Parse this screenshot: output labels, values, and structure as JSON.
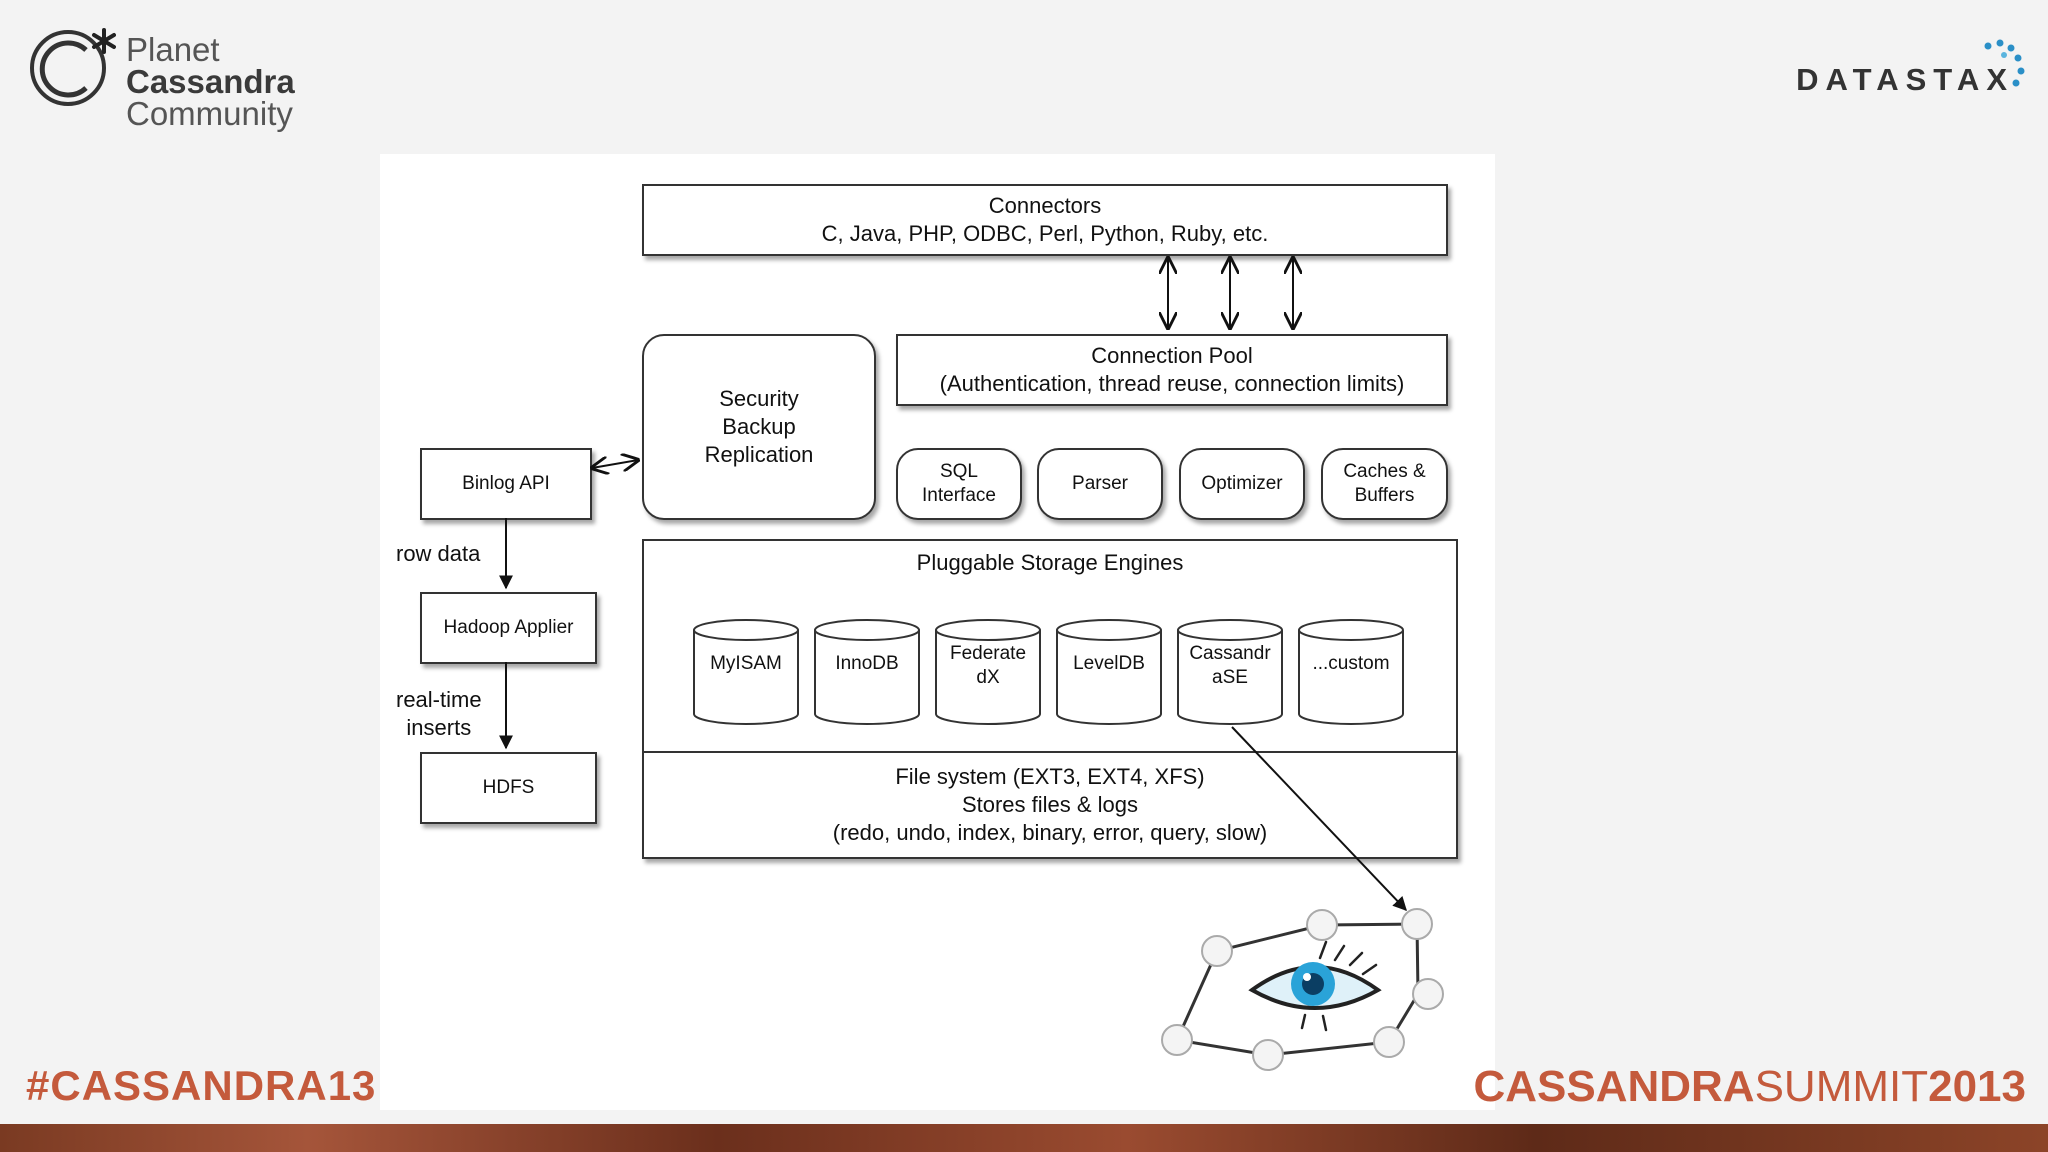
{
  "branding": {
    "community_logo": {
      "line1": "Planet",
      "line2": "Cassandra",
      "line3": "Community"
    },
    "vendor_logo": "DATASTAX",
    "hashtag": "#CASSANDRA13",
    "summit": {
      "part1": "CASSANDRA",
      "part2": "SUMMIT",
      "part3": "2013"
    }
  },
  "diagram": {
    "connectors": {
      "title": "Connectors",
      "subtitle": "C, Java, PHP, ODBC, Perl, Python, Ruby, etc."
    },
    "connection_pool": {
      "title": "Connection Pool",
      "subtitle": "(Authentication, thread reuse, connection limits)"
    },
    "security_box": "Security\nBackup\nReplication",
    "modules": [
      "SQL\nInterface",
      "Parser",
      "Optimizer",
      "Caches &\nBuffers"
    ],
    "storage": {
      "title": "Pluggable Storage Engines",
      "engines": [
        "MyISAM",
        "InnoDB",
        "Federate\ndX",
        "LevelDB",
        "Cassandr\naSE",
        "...custom"
      ]
    },
    "filesystem": {
      "line1": "File system (EXT3, EXT4, XFS)",
      "line2": "Stores files & logs",
      "line3": "(redo, undo, index, binary, error, query, slow)"
    },
    "binlog_api": "Binlog API",
    "row_data_label": "row data",
    "hadoop_applier": "Hadoop Applier",
    "realtime_label": "real-time\ninserts",
    "hdfs": "HDFS"
  }
}
